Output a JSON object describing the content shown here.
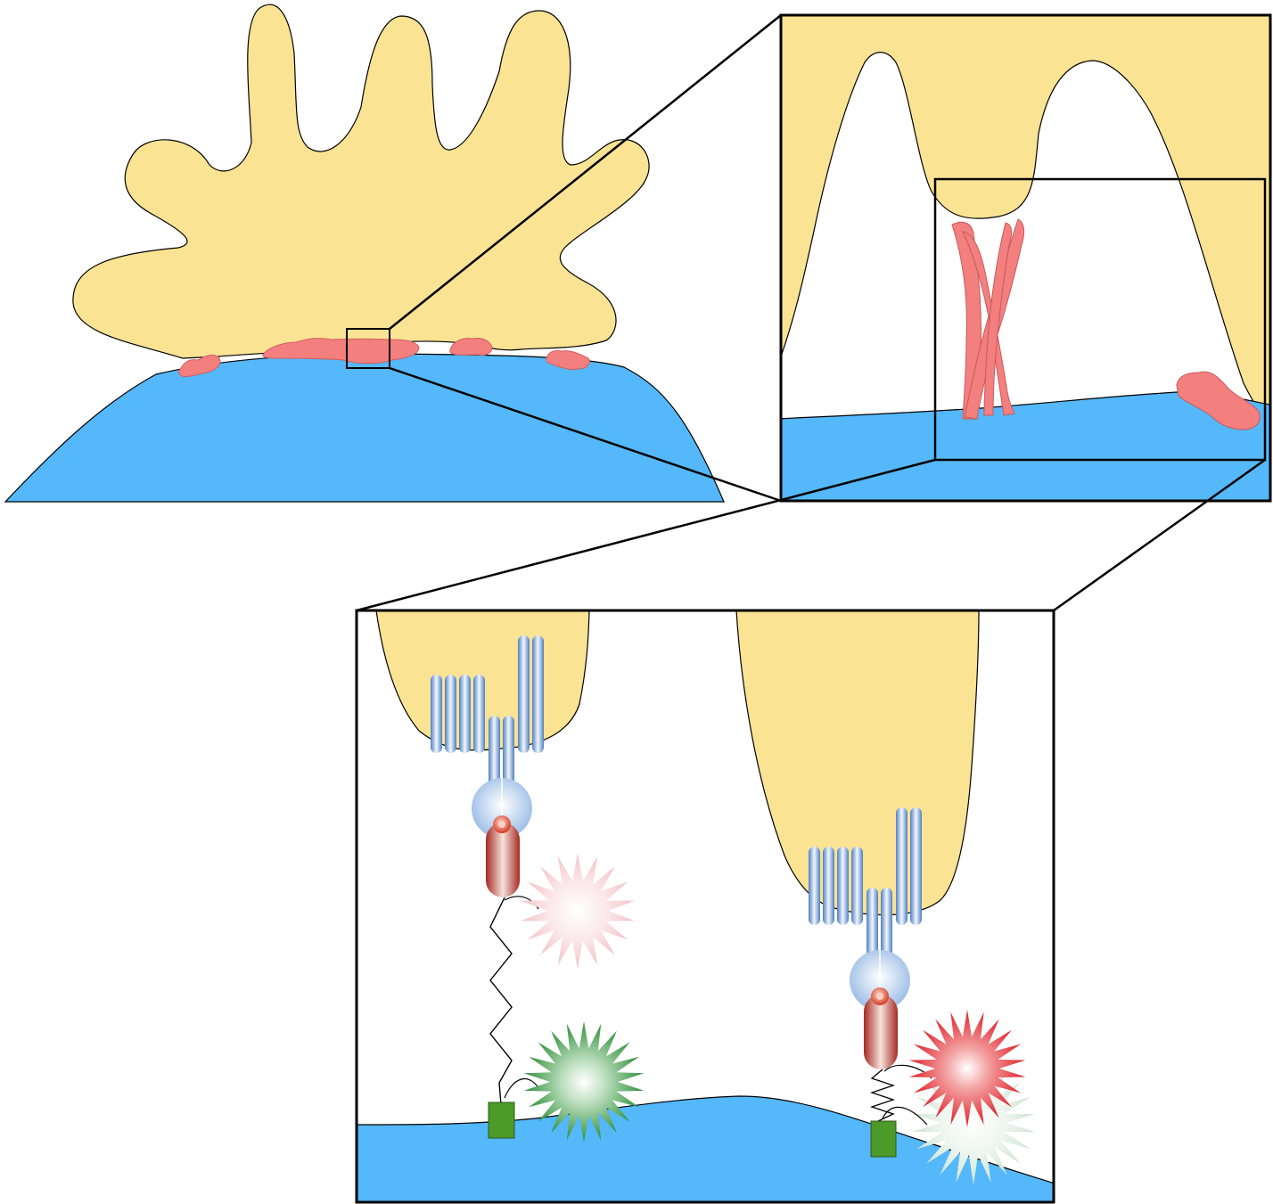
{
  "figure": {
    "description_text": "",
    "colors": {
      "cell": "#fbe394",
      "substrate": "#54b8fb",
      "adhesion": "#f37f7f",
      "integrin": "#6f9cd0",
      "talin_head": "#b8d2ef",
      "linker": "#b33a36",
      "anchor": "#4c9a2a",
      "flash_green": "#2f8f3a",
      "flash_red": "#e0202a",
      "flash_pale_pink": "#f7c4c8",
      "flash_pale_green": "#cfe7d2",
      "outline": "#000000"
    }
  },
  "panels": [
    {
      "id": "overview",
      "label": ""
    },
    {
      "id": "zoom-1",
      "label": ""
    },
    {
      "id": "zoom-2",
      "label": ""
    }
  ],
  "sensors": [
    {
      "id": "relaxed",
      "state": "low tension",
      "flash_near_cell": "pale-pink",
      "flash_near_substrate": "green"
    },
    {
      "id": "stretched",
      "state": "high tension",
      "flash_near_cell": "red",
      "flash_near_substrate": "pale-green"
    }
  ]
}
